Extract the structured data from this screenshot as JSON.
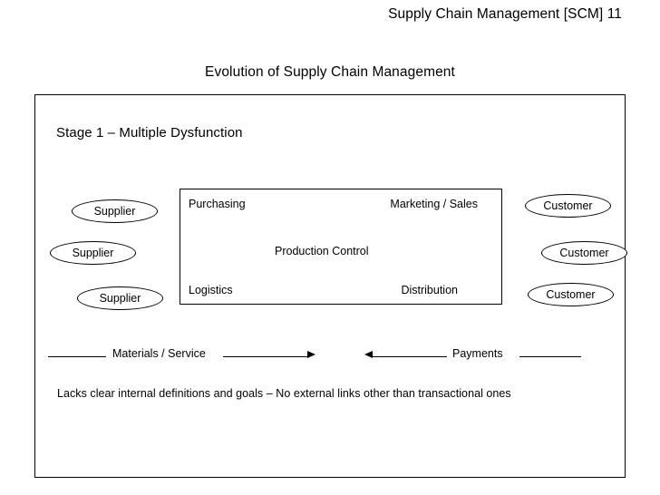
{
  "slide": {
    "header": "Supply Chain Management [SCM] 11",
    "title": "Evolution of Supply Chain Management",
    "stage_heading": "Stage 1 – Multiple Dysfunction",
    "caption": "Lacks clear internal definitions and goals – No external links other than transactional ones"
  },
  "suppliers": [
    {
      "label": "Supplier"
    },
    {
      "label": "Supplier"
    },
    {
      "label": "Supplier"
    }
  ],
  "customers": [
    {
      "label": "Customer"
    },
    {
      "label": "Customer"
    },
    {
      "label": "Customer"
    }
  ],
  "functions_box": {
    "top_left": "Purchasing",
    "top_right": "Marketing / Sales",
    "center": "Production Control",
    "bottom_left": "Logistics",
    "bottom_right": "Distribution"
  },
  "flows": {
    "materials": {
      "label": "Materials / Service",
      "direction": "right"
    },
    "payments": {
      "label": "Payments",
      "direction": "left"
    }
  },
  "colors": {
    "background": "#ffffff",
    "stroke": "#000000",
    "text": "#000000"
  }
}
